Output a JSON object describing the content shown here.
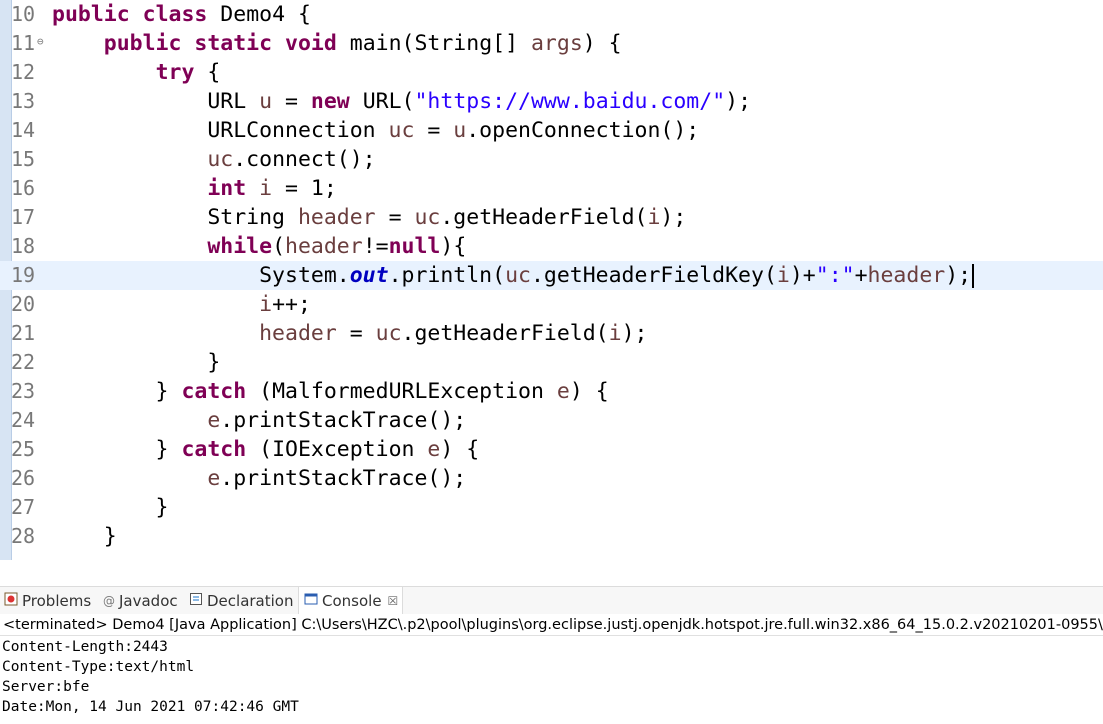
{
  "editor": {
    "current_line": "19",
    "lines": [
      {
        "num": "10",
        "fold": "",
        "tokens": [
          {
            "t": "kw",
            "v": "public"
          },
          {
            "t": "",
            "v": " "
          },
          {
            "t": "kw",
            "v": "class"
          },
          {
            "t": "",
            "v": " Demo4 {"
          }
        ]
      },
      {
        "num": "11",
        "fold": "⊖",
        "tokens": [
          {
            "t": "",
            "v": "    "
          },
          {
            "t": "kw",
            "v": "public"
          },
          {
            "t": "",
            "v": " "
          },
          {
            "t": "kw",
            "v": "static"
          },
          {
            "t": "",
            "v": " "
          },
          {
            "t": "kw",
            "v": "void"
          },
          {
            "t": "",
            "v": " main(String[] "
          },
          {
            "t": "var",
            "v": "args"
          },
          {
            "t": "",
            "v": ") {"
          }
        ]
      },
      {
        "num": "12",
        "fold": "",
        "tokens": [
          {
            "t": "",
            "v": "        "
          },
          {
            "t": "kw",
            "v": "try"
          },
          {
            "t": "",
            "v": " {"
          }
        ]
      },
      {
        "num": "13",
        "fold": "",
        "tokens": [
          {
            "t": "",
            "v": "            URL "
          },
          {
            "t": "var",
            "v": "u"
          },
          {
            "t": "",
            "v": " = "
          },
          {
            "t": "kw",
            "v": "new"
          },
          {
            "t": "",
            "v": " URL("
          },
          {
            "t": "str",
            "v": "\"https://www.baidu.com/\""
          },
          {
            "t": "",
            "v": ");"
          }
        ]
      },
      {
        "num": "14",
        "fold": "",
        "tokens": [
          {
            "t": "",
            "v": "            URLConnection "
          },
          {
            "t": "var",
            "v": "uc"
          },
          {
            "t": "",
            "v": " = "
          },
          {
            "t": "var",
            "v": "u"
          },
          {
            "t": "",
            "v": ".openConnection();"
          }
        ]
      },
      {
        "num": "15",
        "fold": "",
        "tokens": [
          {
            "t": "",
            "v": "            "
          },
          {
            "t": "var",
            "v": "uc"
          },
          {
            "t": "",
            "v": ".connect();"
          }
        ]
      },
      {
        "num": "16",
        "fold": "",
        "tokens": [
          {
            "t": "",
            "v": "            "
          },
          {
            "t": "kw",
            "v": "int"
          },
          {
            "t": "",
            "v": " "
          },
          {
            "t": "var",
            "v": "i"
          },
          {
            "t": "",
            "v": " = 1;"
          }
        ]
      },
      {
        "num": "17",
        "fold": "",
        "tokens": [
          {
            "t": "",
            "v": "            String "
          },
          {
            "t": "var",
            "v": "header"
          },
          {
            "t": "",
            "v": " = "
          },
          {
            "t": "var",
            "v": "uc"
          },
          {
            "t": "",
            "v": ".getHeaderField("
          },
          {
            "t": "var",
            "v": "i"
          },
          {
            "t": "",
            "v": ");"
          }
        ]
      },
      {
        "num": "18",
        "fold": "",
        "tokens": [
          {
            "t": "",
            "v": "            "
          },
          {
            "t": "kw",
            "v": "while"
          },
          {
            "t": "",
            "v": "("
          },
          {
            "t": "var",
            "v": "header"
          },
          {
            "t": "",
            "v": "!="
          },
          {
            "t": "kw",
            "v": "null"
          },
          {
            "t": "",
            "v": "){"
          }
        ]
      },
      {
        "num": "19",
        "fold": "",
        "tokens": [
          {
            "t": "",
            "v": "                System."
          },
          {
            "t": "fld",
            "v": "out"
          },
          {
            "t": "",
            "v": ".println("
          },
          {
            "t": "var",
            "v": "uc"
          },
          {
            "t": "",
            "v": ".getHeaderFieldKey("
          },
          {
            "t": "var",
            "v": "i"
          },
          {
            "t": "",
            "v": ")+"
          },
          {
            "t": "str",
            "v": "\":\""
          },
          {
            "t": "",
            "v": "+"
          },
          {
            "t": "var",
            "v": "header"
          },
          {
            "t": "",
            "v": ");"
          }
        ]
      },
      {
        "num": "20",
        "fold": "",
        "tokens": [
          {
            "t": "",
            "v": "                "
          },
          {
            "t": "var",
            "v": "i"
          },
          {
            "t": "",
            "v": "++;"
          }
        ]
      },
      {
        "num": "21",
        "fold": "",
        "tokens": [
          {
            "t": "",
            "v": "                "
          },
          {
            "t": "var",
            "v": "header"
          },
          {
            "t": "",
            "v": " = "
          },
          {
            "t": "var",
            "v": "uc"
          },
          {
            "t": "",
            "v": ".getHeaderField("
          },
          {
            "t": "var",
            "v": "i"
          },
          {
            "t": "",
            "v": ");"
          }
        ]
      },
      {
        "num": "22",
        "fold": "",
        "tokens": [
          {
            "t": "",
            "v": "            }"
          }
        ]
      },
      {
        "num": "23",
        "fold": "",
        "tokens": [
          {
            "t": "",
            "v": "        } "
          },
          {
            "t": "kw",
            "v": "catch"
          },
          {
            "t": "",
            "v": " (MalformedURLException "
          },
          {
            "t": "var",
            "v": "e"
          },
          {
            "t": "",
            "v": ") {"
          }
        ]
      },
      {
        "num": "24",
        "fold": "",
        "tokens": [
          {
            "t": "",
            "v": "            "
          },
          {
            "t": "var",
            "v": "e"
          },
          {
            "t": "",
            "v": ".printStackTrace();"
          }
        ]
      },
      {
        "num": "25",
        "fold": "",
        "tokens": [
          {
            "t": "",
            "v": "        } "
          },
          {
            "t": "kw",
            "v": "catch"
          },
          {
            "t": "",
            "v": " (IOException "
          },
          {
            "t": "var",
            "v": "e"
          },
          {
            "t": "",
            "v": ") {"
          }
        ]
      },
      {
        "num": "26",
        "fold": "",
        "tokens": [
          {
            "t": "",
            "v": "            "
          },
          {
            "t": "var",
            "v": "e"
          },
          {
            "t": "",
            "v": ".printStackTrace();"
          }
        ]
      },
      {
        "num": "27",
        "fold": "",
        "tokens": [
          {
            "t": "",
            "v": "        }"
          }
        ]
      },
      {
        "num": "28",
        "fold": "",
        "tokens": [
          {
            "t": "",
            "v": "    }"
          }
        ]
      }
    ],
    "scroll_left_glyph": "<"
  },
  "tabs": {
    "problems": {
      "label": "Problems",
      "icon": "problems-icon"
    },
    "javadoc": {
      "label": "Javadoc",
      "icon": "at-icon",
      "glyph": "@"
    },
    "declaration": {
      "label": "Declaration",
      "icon": "declaration-icon"
    },
    "console": {
      "label": "Console",
      "icon": "console-icon",
      "close": "☒"
    }
  },
  "console": {
    "status": "<terminated> Demo4 [Java Application] C:\\Users\\HZC\\.p2\\pool\\plugins\\org.eclipse.justj.openjdk.hotspot.jre.full.win32.x86_64_15.0.2.v20210201-0955\\",
    "output": [
      "Content-Length:2443",
      "Content-Type:text/html",
      "Server:bfe",
      "Date:Mon, 14 Jun 2021 07:42:46 GMT"
    ]
  },
  "colors": {
    "keyword": "#7f0055",
    "string": "#2a00ff",
    "local_variable": "#6a3e3e",
    "static_field": "#0000c0",
    "current_line_highlight": "#e8f2fe",
    "ruler": "#d7e4f3"
  }
}
